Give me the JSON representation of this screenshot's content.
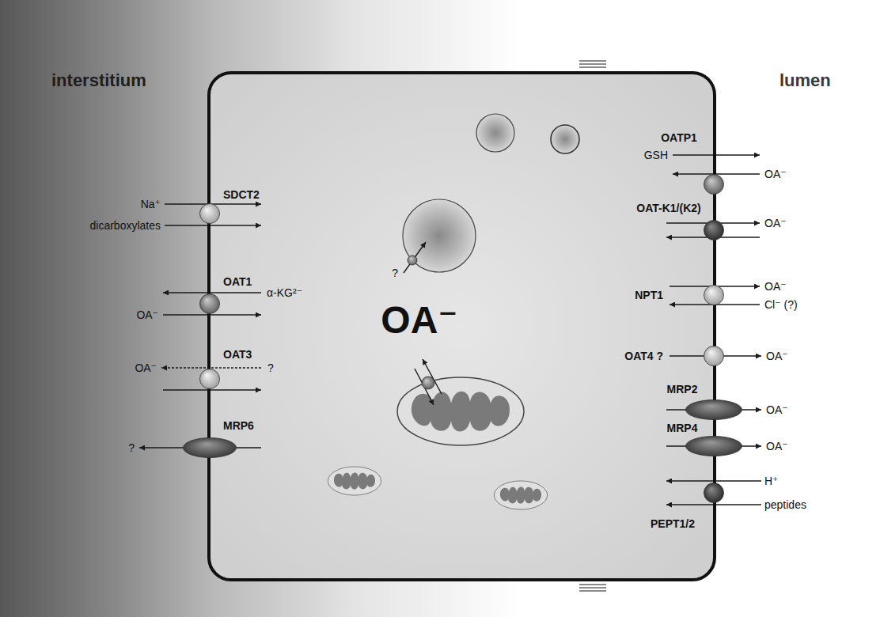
{
  "diagram": {
    "nodes": [
      {
        "text": [
          "OA⁻"
        ]
      },
      {
        "text": [
          "SDCT2"
        ]
      },
      {
        "text": [
          "OAT1"
        ]
      },
      {
        "text": [
          "OAT3"
        ]
      },
      {
        "text": [
          "MRP6"
        ]
      },
      {
        "text": [
          "OATP1"
        ]
      },
      {
        "text": [
          "OAT-K1/(K2)"
        ]
      },
      {
        "text": [
          "NPT1"
        ]
      },
      {
        "text": [
          "OAT4 ?"
        ]
      },
      {
        "text": [
          "MRP2"
        ]
      },
      {
        "text": [
          "MRP4"
        ]
      },
      {
        "text": [
          "PEPT1/2"
        ]
      }
    ],
    "labels": [
      "interstitium",
      "lumen",
      "Na⁺",
      "dicarboxylates",
      "α-KG²⁻",
      "OA⁻",
      "OA⁻",
      "?",
      "?",
      "?",
      "GSH",
      "OA⁻",
      "OA⁻",
      "OA⁻",
      "Cl⁻ (?)",
      "OA⁻",
      "OA⁻",
      "OA⁻",
      "H⁺",
      "peptides"
    ]
  }
}
